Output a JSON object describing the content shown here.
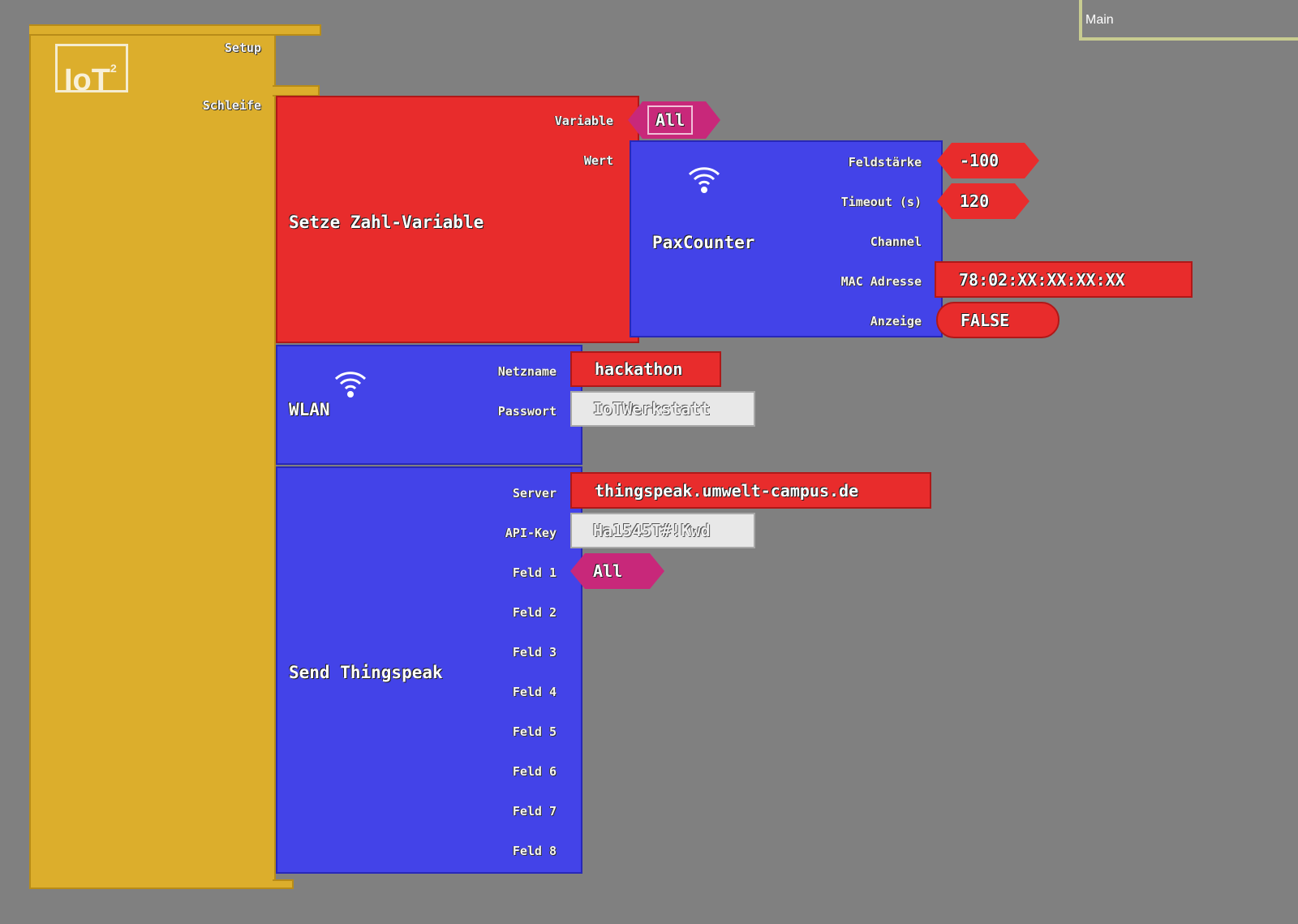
{
  "panel": {
    "title": "Main"
  },
  "main_block": {
    "logo": "IoT²",
    "setup_label": "Setup",
    "loop_label": "Schleife"
  },
  "set_variable": {
    "title": "Setze Zahl-Variable",
    "variable_label": "Variable",
    "value_label": "Wert",
    "variable_value": "All"
  },
  "paxcounter": {
    "title": "PaxCounter",
    "icon": "wifi-icon",
    "inputs": [
      {
        "label": "Feldstärke",
        "value": "-100"
      },
      {
        "label": "Timeout (s)",
        "value": "120"
      },
      {
        "label": "Channel",
        "value": ""
      },
      {
        "label": "MAC Adresse",
        "value": "78:02:XX:XX:XX:XX"
      },
      {
        "label": "Anzeige",
        "value": "FALSE"
      }
    ]
  },
  "wlan": {
    "title": "WLAN",
    "icon": "wifi-icon",
    "network_label": "Netzname",
    "network_value": "hackathon",
    "password_label": "Passwort",
    "password_value": "IoTWerkstatt"
  },
  "thingspeak": {
    "title": "Send Thingspeak",
    "server_label": "Server",
    "server_value": "thingspeak.umwelt-campus.de",
    "apikey_label": "API-Key",
    "apikey_value": "Ha1545T#!Kwd",
    "fields": [
      {
        "label": "Feld 1",
        "value": "All"
      },
      {
        "label": "Feld 2"
      },
      {
        "label": "Feld 3"
      },
      {
        "label": "Feld 4"
      },
      {
        "label": "Feld 5"
      },
      {
        "label": "Feld 6"
      },
      {
        "label": "Feld 7"
      },
      {
        "label": "Feld 8"
      }
    ]
  },
  "colors": {
    "background": "#808080",
    "main": "#dcae2c",
    "red": "#e82c2c",
    "blue": "#4343e8",
    "variable": "#c8287a"
  }
}
